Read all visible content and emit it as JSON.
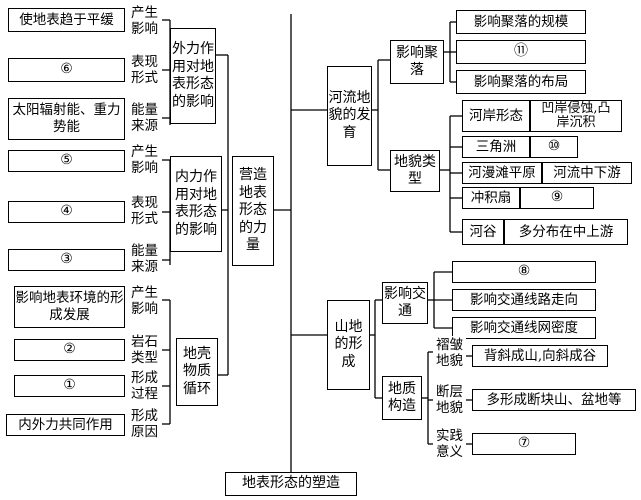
{
  "root": "地表形态的塑造",
  "left": {
    "exogenic": {
      "title": "外力作用对地表形态的影响",
      "effect_label": "产生影响",
      "effect": "使地表趋于平缓",
      "form_label": "表现形式",
      "form": "⑥",
      "energy_label": "能量来源",
      "energy": "太阳辐射能、重力势能"
    },
    "endogenic": {
      "title": "内力作用对地表形态的影响",
      "effect_label": "产生影响",
      "effect": "⑤",
      "form_label": "表现形式",
      "form": "④",
      "energy_label": "能量来源",
      "energy": "③"
    },
    "rock_cycle": {
      "title": "地壳物质循环",
      "effect_label": "产生影响",
      "effect": "影响地表环境的形成发展",
      "type_label": "岩石类型",
      "type": "②",
      "process_label": "形成过程",
      "process": "①",
      "cause_label": "形成原因",
      "cause": "内外力共同作用"
    },
    "forces": "营造地表形态的力量"
  },
  "right": {
    "river": {
      "title": "河流地貌的发育",
      "settlement": {
        "label": "影响聚落",
        "items": [
          "影响聚落的规模",
          "⑪",
          "影响聚落的布局"
        ]
      },
      "landform": {
        "label": "地貌类型",
        "bank_label": "河岸形态",
        "bank_value": "凹岸侵蚀,凸岸沉积",
        "delta": "三角洲",
        "delta_value": "⑩",
        "floodplain": "河漫滩平原",
        "floodplain_value": "河流中下游",
        "alluvial_fan": "冲积扇",
        "alluvial_fan_value": "⑨",
        "valley": "河谷",
        "valley_value": "多分布在中上游"
      }
    },
    "mountain": {
      "title": "山地的形成",
      "traffic": {
        "label": "影响交通",
        "items": [
          "⑧",
          "影响交通线路走向",
          "影响交通线网密度"
        ]
      },
      "structure": {
        "label": "地质构造",
        "fold_label": "褶皱地貌",
        "fold_value": "背斜成山,向斜成谷",
        "fault_label": "断层地貌",
        "fault_value": "多形成断块山、盆地等",
        "practice_label": "实践意义",
        "practice_value": "⑦"
      }
    }
  }
}
